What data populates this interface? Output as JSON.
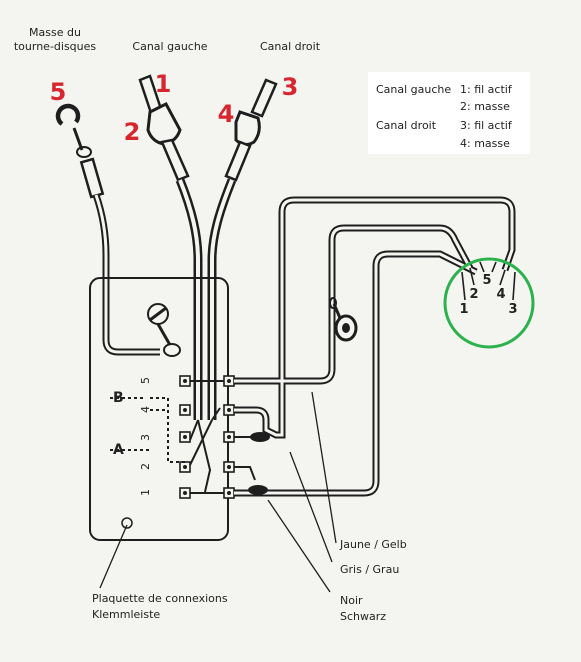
{
  "labels": {
    "ground_title_line1": "Masse du",
    "ground_title_line2": "tourne-disques",
    "left_channel": "Canal gauche",
    "right_channel": "Canal droit",
    "board_line1": "Plaquette de connexions",
    "board_line2": "Klemmleiste",
    "yellow": "Jaune / Gelb",
    "gray": "Gris / Grau",
    "black_line1": "Noir",
    "black_line2": "Schwarz"
  },
  "legend": {
    "left_label": "Canal gauche",
    "right_label": "Canal droit",
    "row1": "1: fil actif",
    "row2": "2: masse",
    "row3": "3: fil actif",
    "row4": "4: masse"
  },
  "markers": {
    "m5": "5",
    "m1": "1",
    "m2": "2",
    "m3": "3",
    "m4": "4"
  },
  "terminals": {
    "B": "B",
    "A": "A",
    "n5": "5",
    "n4": "4",
    "n3": "3",
    "n2": "2",
    "n1": "1"
  },
  "din_pins": {
    "p2": "2",
    "p5": "5",
    "p4": "4",
    "p1": "1",
    "p3": "3"
  },
  "colors": {
    "marker_red": "#d8262e",
    "circle_green": "#2bb24c",
    "ink": "#1e1e1e"
  }
}
